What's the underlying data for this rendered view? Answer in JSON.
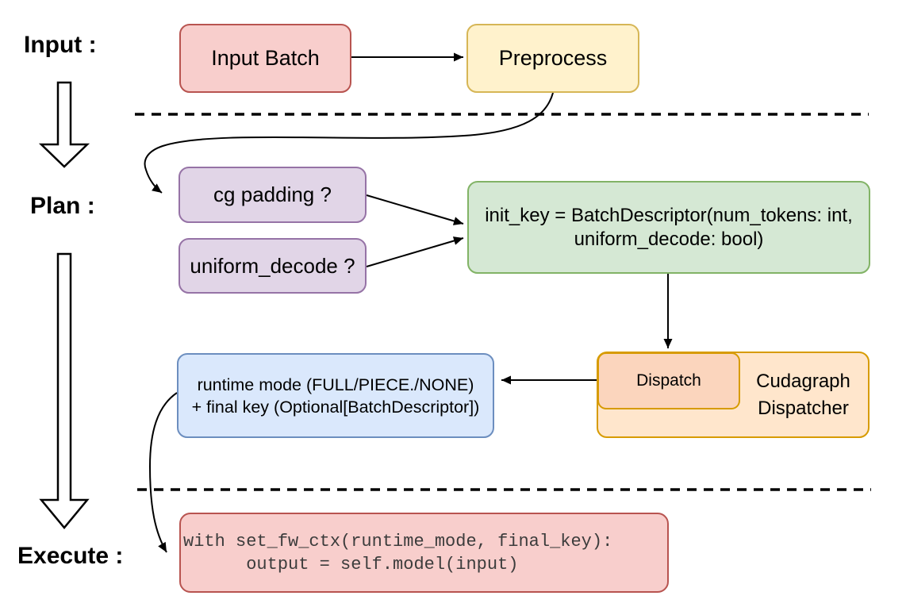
{
  "sections": {
    "input_label": "Input :",
    "plan_label": "Plan :",
    "execute_label": "Execute :"
  },
  "nodes": {
    "input_batch": {
      "label": "Input Batch",
      "fill": "#f8cecc",
      "stroke": "#b85450"
    },
    "preprocess": {
      "label": "Preprocess",
      "fill": "#fff2cc",
      "stroke": "#d6b656"
    },
    "cg_padding": {
      "label": "cg padding ?",
      "fill": "#e1d5e7",
      "stroke": "#9673a6"
    },
    "uniform_decode": {
      "label": "uniform_decode ?",
      "fill": "#e1d5e7",
      "stroke": "#9673a6"
    },
    "init_key": {
      "line1": "init_key = BatchDescriptor(num_tokens: int,",
      "line2": "uniform_decode: bool)",
      "fill": "#d5e8d4",
      "stroke": "#82b366"
    },
    "runtime_mode": {
      "line1": "runtime mode (FULL/PIECE./NONE)",
      "line2": "+ final key (Optional[BatchDescriptor])",
      "fill": "#dae8fc",
      "stroke": "#6c8ebf"
    },
    "dispatch": {
      "label": "Dispatch",
      "fill": "#fbd5bd",
      "stroke": "#d79b00"
    },
    "cudagraph_dispatcher": {
      "label": "Cudagraph Dispatcher",
      "fill": "#ffe6cc",
      "stroke": "#d79b00"
    },
    "execute_code": {
      "line1": "with set_fw_ctx(runtime_mode, final_key):",
      "line2": "      output = self.model(input)",
      "fill": "#f8cecc",
      "stroke": "#b85450",
      "text_color": "#3c3c3c"
    }
  },
  "connections": [
    {
      "from": "input_batch",
      "to": "preprocess",
      "style": "straight-arrow"
    },
    {
      "from": "preprocess",
      "to": "cg_padding",
      "style": "curved-arrow"
    },
    {
      "from": "cg_padding",
      "to": "init_key",
      "style": "straight-arrow"
    },
    {
      "from": "uniform_decode",
      "to": "init_key",
      "style": "straight-arrow"
    },
    {
      "from": "init_key",
      "to": "dispatch",
      "style": "straight-arrow"
    },
    {
      "from": "dispatch",
      "to": "runtime_mode",
      "style": "straight-arrow"
    },
    {
      "from": "runtime_mode",
      "to": "execute_code",
      "style": "curved-arrow"
    },
    {
      "from": "input_label",
      "to": "plan_label",
      "style": "hollow-block-arrow"
    },
    {
      "from": "plan_label",
      "to": "execute_label",
      "style": "hollow-block-arrow"
    }
  ],
  "separators": [
    {
      "between": "input-and-plan",
      "style": "dashed"
    },
    {
      "between": "plan-and-execute",
      "style": "dashed"
    }
  ]
}
